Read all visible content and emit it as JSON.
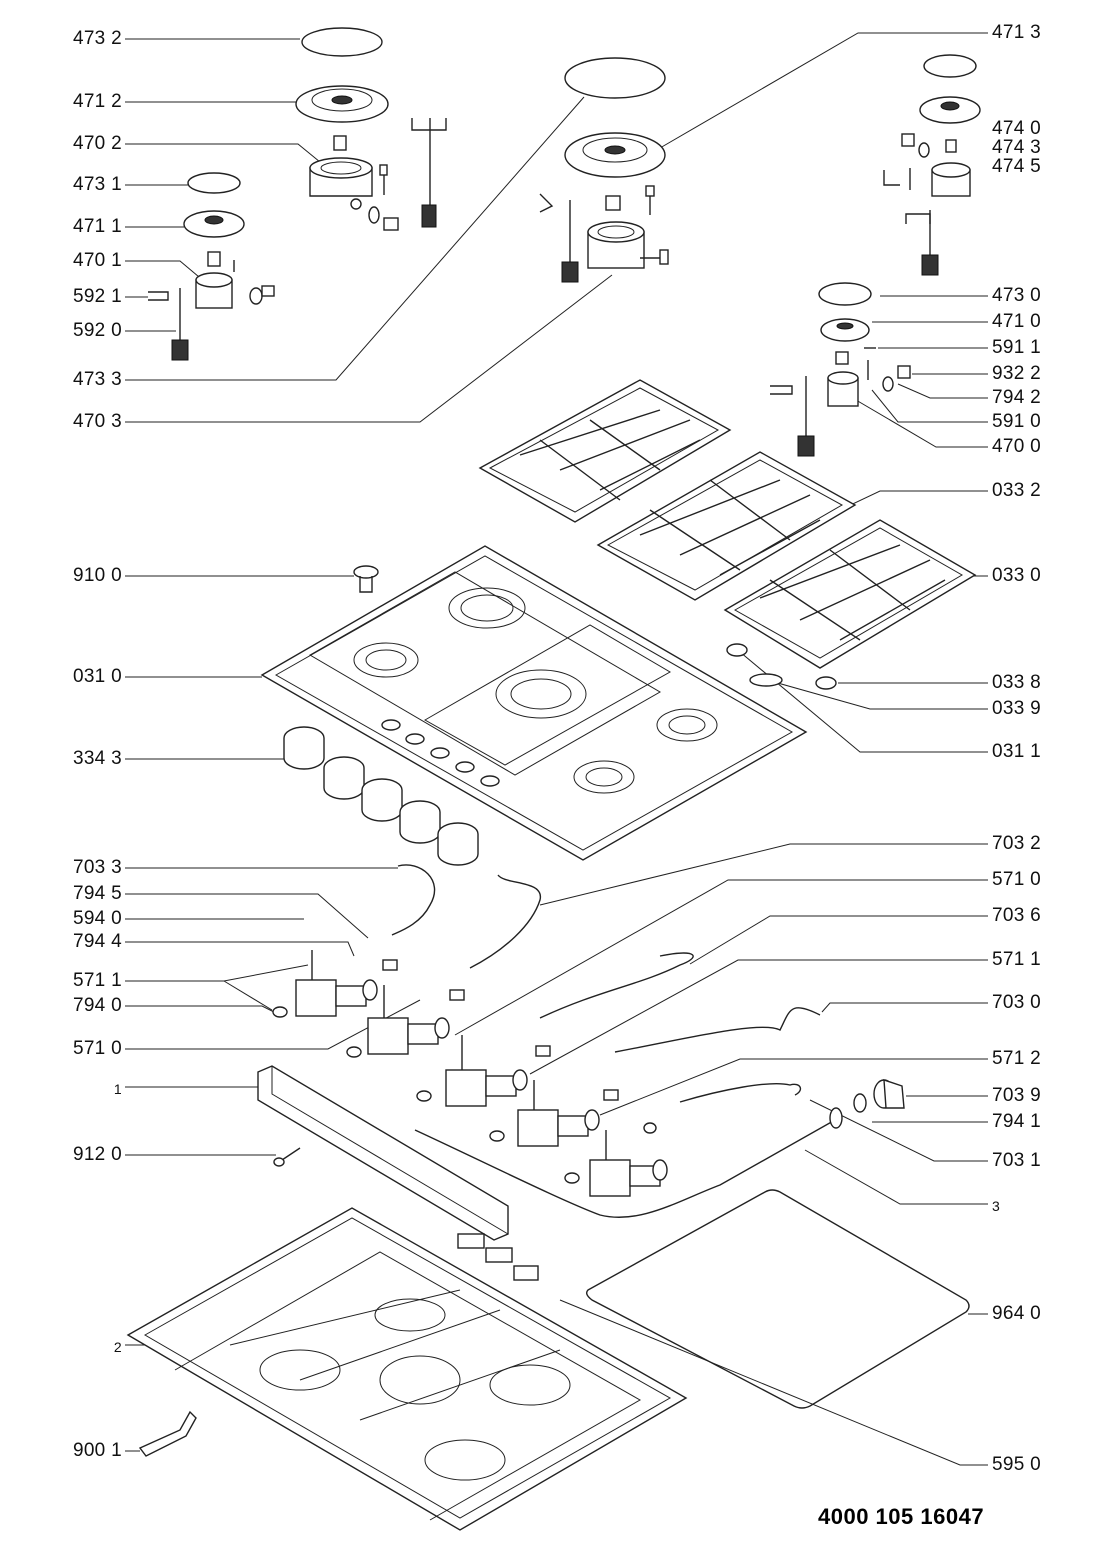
{
  "labels_left": [
    {
      "id": "l-473-2",
      "text": "473 2"
    },
    {
      "id": "l-471-2",
      "text": "471 2"
    },
    {
      "id": "l-470-2",
      "text": "470 2"
    },
    {
      "id": "l-473-1",
      "text": "473 1"
    },
    {
      "id": "l-471-1",
      "text": "471 1"
    },
    {
      "id": "l-470-1",
      "text": "470 1"
    },
    {
      "id": "l-592-1",
      "text": "592 1"
    },
    {
      "id": "l-592-0",
      "text": "592 0"
    },
    {
      "id": "l-473-3",
      "text": "473 3"
    },
    {
      "id": "l-470-3",
      "text": "470 3"
    },
    {
      "id": "l-910-0",
      "text": "910 0"
    },
    {
      "id": "l-031-0",
      "text": "031 0"
    },
    {
      "id": "l-334-3",
      "text": "334 3"
    },
    {
      "id": "l-703-3",
      "text": "703 3"
    },
    {
      "id": "l-794-5",
      "text": "794 5"
    },
    {
      "id": "l-594-0",
      "text": "594 0"
    },
    {
      "id": "l-794-4",
      "text": "794 4"
    },
    {
      "id": "l-571-1",
      "text": "571 1"
    },
    {
      "id": "l-794-0",
      "text": "794 0"
    },
    {
      "id": "l-571-0",
      "text": "571 0"
    },
    {
      "id": "l-1",
      "text": "1"
    },
    {
      "id": "l-912-0",
      "text": "912 0"
    },
    {
      "id": "l-2",
      "text": "2"
    },
    {
      "id": "l-900-1",
      "text": "900 1"
    }
  ],
  "labels_right": [
    {
      "id": "r-471-3",
      "text": "471 3"
    },
    {
      "id": "r-474-0",
      "text": "474 0"
    },
    {
      "id": "r-474-3",
      "text": "474 3"
    },
    {
      "id": "r-474-5",
      "text": "474 5"
    },
    {
      "id": "r-473-0",
      "text": "473 0"
    },
    {
      "id": "r-471-0",
      "text": "471 0"
    },
    {
      "id": "r-591-1",
      "text": "591 1"
    },
    {
      "id": "r-932-2",
      "text": "932 2"
    },
    {
      "id": "r-794-2",
      "text": "794 2"
    },
    {
      "id": "r-591-0",
      "text": "591 0"
    },
    {
      "id": "r-470-0",
      "text": "470 0"
    },
    {
      "id": "r-033-2",
      "text": "033 2"
    },
    {
      "id": "r-033-0",
      "text": "033 0"
    },
    {
      "id": "r-033-8",
      "text": "033 8"
    },
    {
      "id": "r-033-9",
      "text": "033 9"
    },
    {
      "id": "r-031-1",
      "text": "031 1"
    },
    {
      "id": "r-703-2",
      "text": "703 2"
    },
    {
      "id": "r-571-0",
      "text": "571 0"
    },
    {
      "id": "r-703-6",
      "text": "703 6"
    },
    {
      "id": "r-571-1",
      "text": "571 1"
    },
    {
      "id": "r-703-0",
      "text": "703 0"
    },
    {
      "id": "r-571-2",
      "text": "571 2"
    },
    {
      "id": "r-703-9",
      "text": "703 9"
    },
    {
      "id": "r-794-1",
      "text": "794 1"
    },
    {
      "id": "r-703-1",
      "text": "703 1"
    },
    {
      "id": "r-3",
      "text": "3"
    },
    {
      "id": "r-964-0",
      "text": "964 0"
    },
    {
      "id": "r-595-0",
      "text": "595 0"
    }
  ],
  "document_number": "4000 105 16047"
}
